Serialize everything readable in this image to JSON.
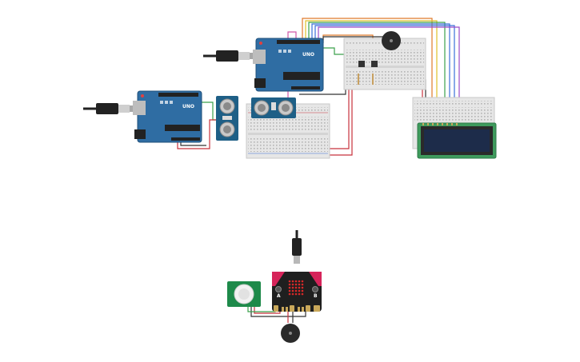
{
  "boards": {
    "arduino_left": {
      "logo": "UNO",
      "color": "#2f6da3"
    },
    "arduino_right": {
      "logo": "UNO",
      "color": "#2f6da3"
    },
    "microbit": {
      "button_a": "A",
      "button_b": "B",
      "color": "#1f1f1f",
      "accent": "#d6245a"
    }
  },
  "components": {
    "ultrasonic_sensors": 2,
    "breadboards": 3,
    "buzzers": 2,
    "lcd": {
      "screen_color": "#1d2c4a",
      "pcb_color": "#3e9a5c"
    },
    "pir_sensor": {
      "pcb_color": "#1e8a4a"
    }
  },
  "wire_colors": {
    "red": "#c8323c",
    "green": "#3aa04a",
    "orange": "#e07a2a",
    "yellow": "#e0c028",
    "blue": "#3a6ed8",
    "purple": "#9a4ac8",
    "pink": "#d058a8",
    "black": "#333333"
  },
  "icons": [
    "usb-plug-icon"
  ]
}
